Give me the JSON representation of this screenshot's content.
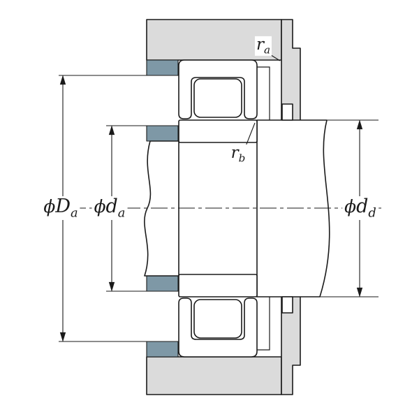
{
  "labels": {
    "Da": {
      "phi": "ϕ",
      "letter": "D",
      "sub": "a"
    },
    "da": {
      "phi": "ϕ",
      "letter": "d",
      "sub": "a"
    },
    "dd": {
      "phi": "ϕ",
      "letter": "d",
      "sub": "d"
    },
    "ra": {
      "letter": "r",
      "sub": "a"
    },
    "rb": {
      "letter": "r",
      "sub": "b"
    }
  },
  "colors": {
    "housing_fill": "#dbdbdb",
    "abutment_fill": "#7e98a6",
    "outline": "#1a1a1a",
    "background": "#ffffff"
  }
}
